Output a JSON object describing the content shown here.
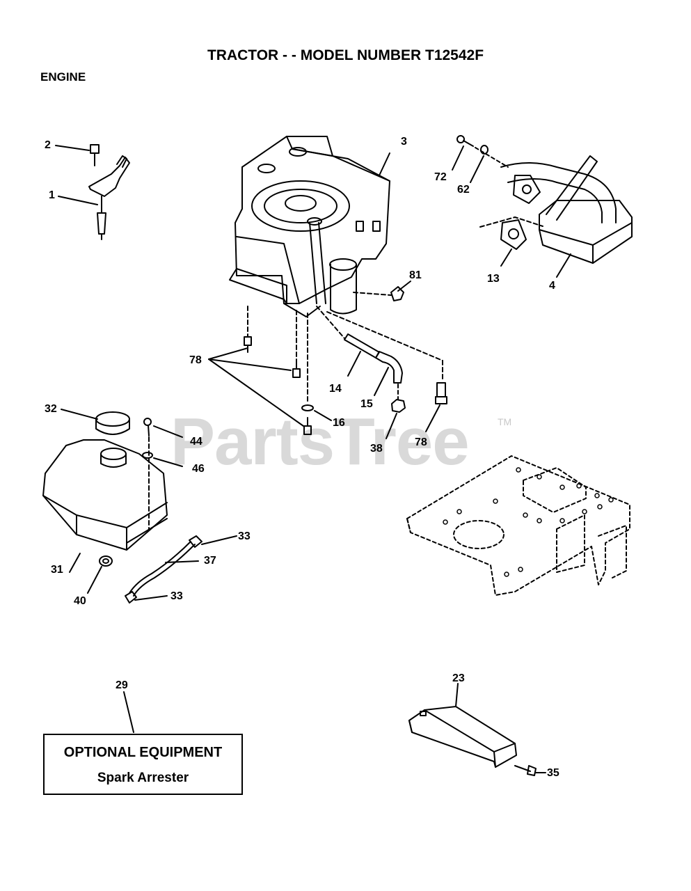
{
  "header": {
    "title": "TRACTOR - - MODEL NUMBER T12542F",
    "section": "ENGINE"
  },
  "watermark": {
    "text": "PartsTree",
    "tm": "TM"
  },
  "callouts": [
    {
      "id": "c2",
      "label": "2"
    },
    {
      "id": "c1",
      "label": "1"
    },
    {
      "id": "c3",
      "label": "3"
    },
    {
      "id": "c72",
      "label": "72"
    },
    {
      "id": "c62",
      "label": "62"
    },
    {
      "id": "c13",
      "label": "13"
    },
    {
      "id": "c4",
      "label": "4"
    },
    {
      "id": "c81",
      "label": "81"
    },
    {
      "id": "c78a",
      "label": "78"
    },
    {
      "id": "c14",
      "label": "14"
    },
    {
      "id": "c15",
      "label": "15"
    },
    {
      "id": "c16",
      "label": "16"
    },
    {
      "id": "c38",
      "label": "38"
    },
    {
      "id": "c78b",
      "label": "78"
    },
    {
      "id": "c32",
      "label": "32"
    },
    {
      "id": "c44",
      "label": "44"
    },
    {
      "id": "c46",
      "label": "46"
    },
    {
      "id": "c33a",
      "label": "33"
    },
    {
      "id": "c37",
      "label": "37"
    },
    {
      "id": "c31",
      "label": "31"
    },
    {
      "id": "c40",
      "label": "40"
    },
    {
      "id": "c33b",
      "label": "33"
    },
    {
      "id": "c29",
      "label": "29"
    },
    {
      "id": "c23",
      "label": "23"
    },
    {
      "id": "c35",
      "label": "35"
    }
  ],
  "optional": {
    "title": "OPTIONAL EQUIPMENT",
    "item": "Spark Arrester"
  }
}
